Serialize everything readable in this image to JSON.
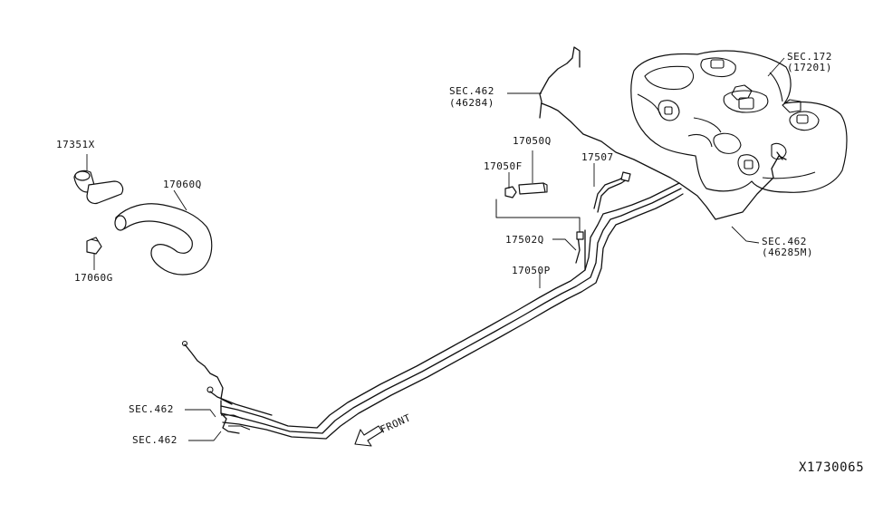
{
  "diagram": {
    "figure_id": "X1730065",
    "callouts": {
      "sec172": {
        "line1": "SEC.172",
        "line2": "(17201)"
      },
      "sec462_top": {
        "line1": "SEC.462",
        "line2": "(46284)"
      },
      "sec462_right": {
        "line1": "SEC.462",
        "line2": "(46285M)"
      },
      "sec462_left_upper": "SEC.462",
      "sec462_left_lower": "SEC.462"
    },
    "part_numbers": {
      "p17351X": "17351X",
      "p17060Q": "17060Q",
      "p17060G": "17060G",
      "p17050Q": "17050Q",
      "p17050F": "17050F",
      "p17507": "17507",
      "p17502Q": "17502Q",
      "p17050P": "17050P"
    },
    "direction_label": "FRONT"
  }
}
